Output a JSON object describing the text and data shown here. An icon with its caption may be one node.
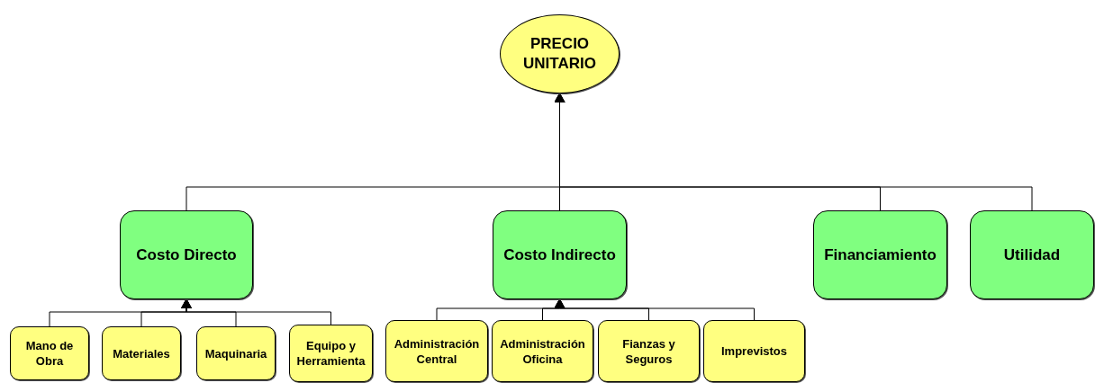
{
  "diagram": {
    "nodes": [
      {
        "text": [
          "PRECIO UNITARIO"
        ]
      },
      {
        "text": [
          "Costo Directo"
        ]
      },
      {
        "text": [
          "Costo Indirecto"
        ]
      },
      {
        "text": [
          "Financiamiento"
        ]
      },
      {
        "text": [
          "Utilidad"
        ]
      },
      {
        "text": [
          "Mano de Obra"
        ]
      },
      {
        "text": [
          "Materiales"
        ]
      },
      {
        "text": [
          "Maquinaria"
        ]
      },
      {
        "text": [
          "Equipo y Herramienta"
        ]
      },
      {
        "text": [
          "Administración Central"
        ]
      },
      {
        "text": [
          "Administración Oficina"
        ]
      },
      {
        "text": [
          "Fianzas y Seguros"
        ]
      },
      {
        "text": [
          "Imprevistos"
        ]
      }
    ],
    "edges": [
      {
        "from": 1,
        "to": 0,
        "arrow": "to"
      },
      {
        "from": 2,
        "to": 0,
        "arrow": "to"
      },
      {
        "from": 3,
        "to": 0,
        "arrow": "to"
      },
      {
        "from": 4,
        "to": 0,
        "arrow": "to"
      },
      {
        "from": 5,
        "to": 1,
        "arrow": "to"
      },
      {
        "from": 6,
        "to": 1,
        "arrow": "to"
      },
      {
        "from": 7,
        "to": 1,
        "arrow": "to"
      },
      {
        "from": 8,
        "to": 1,
        "arrow": "to"
      },
      {
        "from": 9,
        "to": 2,
        "arrow": "to"
      },
      {
        "from": 10,
        "to": 2,
        "arrow": "to"
      },
      {
        "from": 11,
        "to": 2,
        "arrow": "to"
      },
      {
        "from": 12,
        "to": 2,
        "arrow": "to"
      }
    ]
  }
}
